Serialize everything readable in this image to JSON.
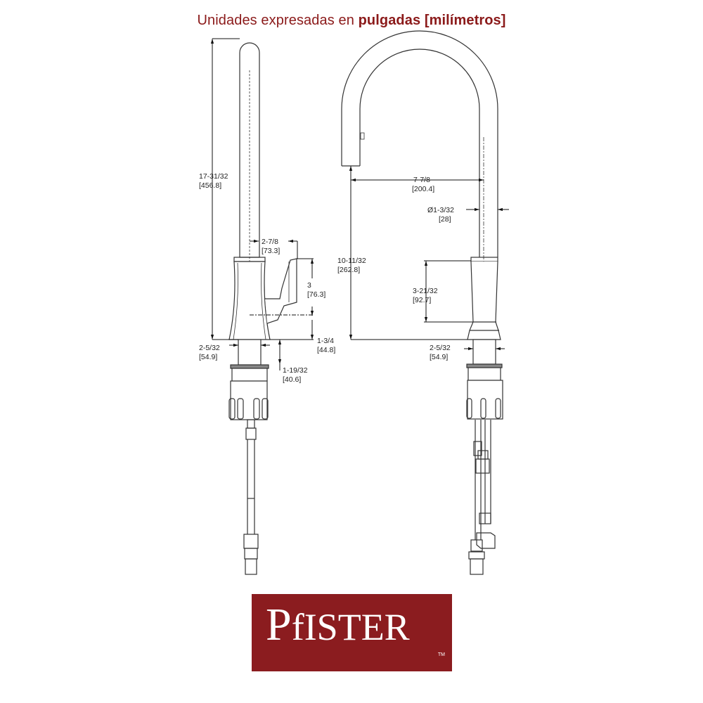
{
  "header": {
    "title_prefix": "Unidades expresadas en ",
    "title_bold": "pulgadas [milímetros]",
    "color": "#8b1a1a"
  },
  "side_view": {
    "overall_height": {
      "in": "17-31/32",
      "mm": "[456.8]"
    },
    "handle_offset": {
      "in": "2-7/8",
      "mm": "[73.3]"
    },
    "handle_height": {
      "in": "3",
      "mm": "[76.3]"
    },
    "handle_base": {
      "in": "1-3/4",
      "mm": "[44.8]"
    },
    "base_width": {
      "in": "2-5/32",
      "mm": "[54.9]"
    },
    "shank_height": {
      "in": "1-19/32",
      "mm": "[40.6]"
    }
  },
  "front_view": {
    "spout_reach": {
      "in": "7-7/8",
      "mm": "[200.4]"
    },
    "spout_diameter": {
      "in": "Ø1-3/32",
      "mm": "[28]"
    },
    "spout_height": {
      "in": "10-11/32",
      "mm": "[262.8]"
    },
    "body_height": {
      "in": "3-21/32",
      "mm": "[92.7]"
    },
    "base_width": {
      "in": "2-5/32",
      "mm": "[54.9]"
    }
  },
  "logo": {
    "brand_first": "P",
    "brand_rest": "fISTER",
    "trademark": "TM",
    "background": "#8b1c1f"
  }
}
